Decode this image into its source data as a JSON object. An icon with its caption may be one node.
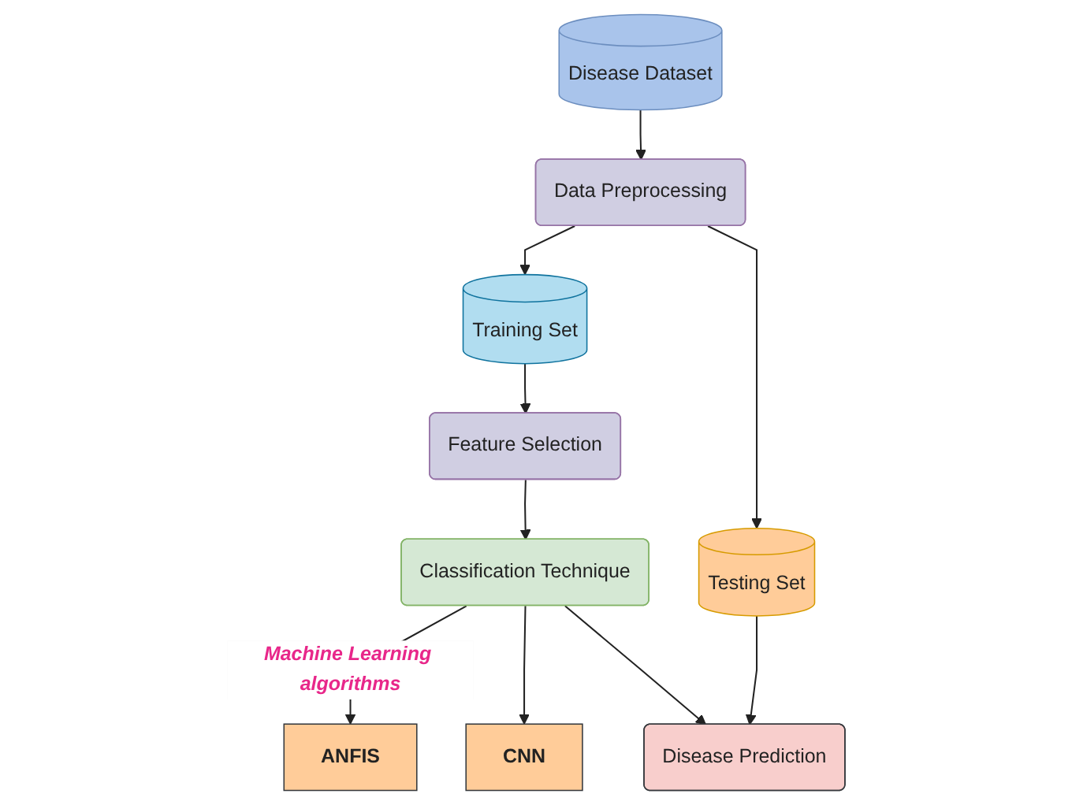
{
  "diagram": {
    "nodes": [
      {
        "text": [
          "Disease Dataset"
        ]
      },
      {
        "text": [
          "Data Preprocessing"
        ]
      },
      {
        "text": [
          "Training Set"
        ]
      },
      {
        "text": [
          "Testing Set"
        ]
      },
      {
        "text": [
          "Feature Selection"
        ]
      },
      {
        "text": [
          "Classification Technique"
        ]
      },
      {
        "text": [
          "ANFIS"
        ]
      },
      {
        "text": [
          "CNN"
        ]
      },
      {
        "text": [
          "Disease Prediction"
        ]
      }
    ],
    "edges": [
      {
        "from": 0,
        "to": 1,
        "arrow": "to"
      },
      {
        "from": 1,
        "to": 2,
        "arrow": "to"
      },
      {
        "from": 1,
        "to": 3,
        "arrow": "to"
      },
      {
        "from": 2,
        "to": 4,
        "arrow": "to"
      },
      {
        "from": 4,
        "to": 5,
        "arrow": "to"
      },
      {
        "from": 5,
        "to": 6,
        "label": "Machine Learning algorithms",
        "arrow": "to"
      },
      {
        "from": 5,
        "to": 7,
        "arrow": "to"
      },
      {
        "from": 5,
        "to": 8,
        "arrow": "to"
      },
      {
        "from": 3,
        "to": 8,
        "arrow": "to"
      }
    ]
  }
}
